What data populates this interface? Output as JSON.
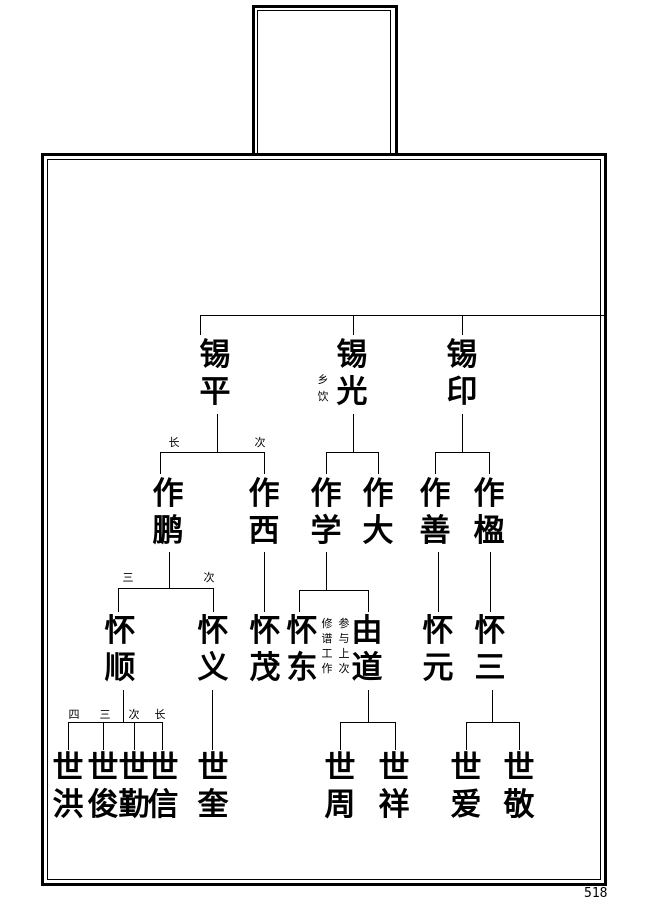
{
  "generation1": [
    {
      "given": "锡",
      "name": "平"
    },
    {
      "given": "锡",
      "name": "光",
      "note": [
        "乡",
        "饮"
      ]
    },
    {
      "given": "锡",
      "name": "印"
    }
  ],
  "generation2": [
    {
      "given": "作",
      "name": "鹏",
      "rank": "长"
    },
    {
      "given": "作",
      "name": "西",
      "rank": "次"
    },
    {
      "given": "作",
      "name": "学"
    },
    {
      "given": "作",
      "name": "大"
    },
    {
      "given": "作",
      "name": "善"
    },
    {
      "given": "作",
      "name": "楹"
    }
  ],
  "generation3": [
    {
      "given": "怀",
      "name": "顺",
      "rank": "三"
    },
    {
      "given": "怀",
      "name": "义",
      "rank": "次"
    },
    {
      "given": "怀",
      "name": "茂"
    },
    {
      "given": "怀",
      "name": "东"
    },
    {
      "given": "由",
      "name": "道"
    },
    {
      "given": "怀",
      "name": "元"
    },
    {
      "given": "怀",
      "name": "三"
    }
  ],
  "note_editors": {
    "col1": [
      "修",
      "谱",
      "工",
      "作"
    ],
    "col2": [
      "参",
      "与",
      "上",
      "次"
    ]
  },
  "generation4": [
    {
      "given": "世",
      "name": "洪",
      "rank": "四"
    },
    {
      "given": "世",
      "name": "俊",
      "rank": "三"
    },
    {
      "given": "世",
      "name": "勤",
      "rank": "次"
    },
    {
      "given": "世",
      "name": "信",
      "rank": "长"
    },
    {
      "given": "世",
      "name": "奎"
    },
    {
      "given": "世",
      "name": "周"
    },
    {
      "given": "世",
      "name": "祥"
    },
    {
      "given": "世",
      "name": "爱"
    },
    {
      "given": "世",
      "name": "敬"
    }
  ],
  "page_number": "518"
}
